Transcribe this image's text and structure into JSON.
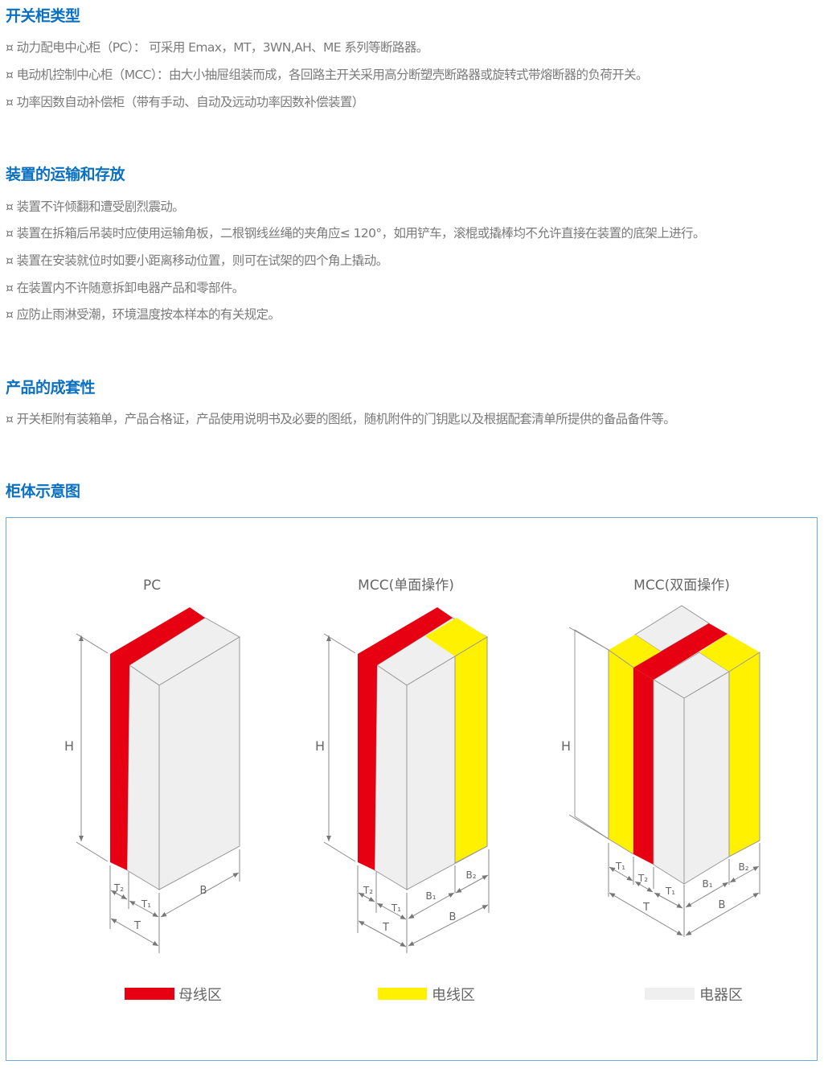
{
  "sections": [
    {
      "title": "开关柜类型",
      "items": [
        "¤ 动力配电中心柜（PC）：  可采用 Emax，MT，3WN,AH、ME 系列等断路器。",
        "¤ 电动机控制中心柜（MCC）：由大小抽屉组装而成，各回路主开关采用高分断塑壳断路器或旋转式带熔断器的负荷开关。",
        "¤ 功率因数自动补偿柜（带有手动、自动及远动功率因数补偿装置）"
      ]
    },
    {
      "title": "装置的运输和存放",
      "items": [
        "¤ 装置不许倾翻和遭受剧烈震动。",
        "¤ 装置在拆箱后吊装时应使用运输角板，二根钢线丝绳的夹角应≤ 120°，如用铲车，滚棍或撬棒均不允许直接在装置的底架上进行。",
        "¤ 装置在安装就位时如要小距离移动位置，则可在试架的四个角上撬动。",
        "¤ 在装置内不许随意拆卸电器产品和零部件。",
        "¤ 应防止雨淋受潮，环境温度按本样本的有关规定。"
      ]
    },
    {
      "title": "产品的成套性",
      "items": [
        "¤ 开关柜附有装箱单，产品合格证，产品使用说明书及必要的图纸，随机附件的门钥匙以及根据配套清单所提供的备品备件等。"
      ]
    },
    {
      "title": "柜体示意图",
      "items": []
    }
  ],
  "diagram": {
    "cabinets": [
      {
        "title": "PC",
        "dims": {
          "H": "H",
          "T2": "T₂",
          "T1": "T₁",
          "T": "T",
          "B": "B"
        }
      },
      {
        "title": "MCC(单面操作)",
        "dims": {
          "H": "H",
          "T2": "T₂",
          "T1": "T₁",
          "T": "T",
          "B1": "B₁",
          "B2": "B₂",
          "B": "B"
        }
      },
      {
        "title": "MCC(双面操作)",
        "dims": {
          "H": "H",
          "T1a": "T₁",
          "T2": "T₂",
          "T1b": "T₁",
          "T": "T",
          "B1": "B₁",
          "B2": "B₂",
          "B": "B"
        }
      }
    ],
    "legend": [
      {
        "label": "母线区",
        "color": "#e60012"
      },
      {
        "label": "电线区",
        "color": "#fff100"
      },
      {
        "label": "电器区",
        "color": "#eeefee"
      }
    ]
  }
}
